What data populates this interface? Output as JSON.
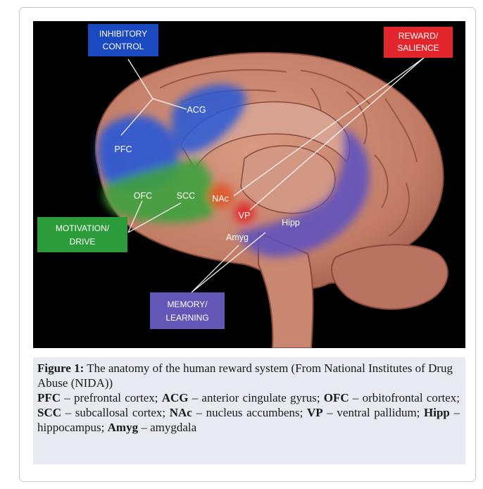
{
  "labels": {
    "inhibitory": [
      "INHIBITORY",
      "CONTROL"
    ],
    "reward": [
      "REWARD/",
      "SALIENCE"
    ],
    "motivation": [
      "MOTIVATION/",
      "DRIVE"
    ],
    "memory": [
      "MEMORY/",
      "LEARNING"
    ]
  },
  "regions": {
    "pfc": "PFC",
    "acg": "ACG",
    "ofc": "OFC",
    "scc": "SCC",
    "nac": "NAc",
    "vp": "VP",
    "hipp": "Hipp",
    "amyg": "Amyg"
  },
  "colors": {
    "inhibitory": "#1f4fc1",
    "reward": "#e0282d",
    "motivation": "#2f9a3f",
    "memory": "#6957b4",
    "brain": "#c9846e"
  },
  "caption": {
    "fig_label": "Figure 1:",
    "title": " The anatomy of the human reward system (From National Institutes of Drug Abuse (NIDA))",
    "abbreviations": [
      {
        "abbr": "PFC",
        "def": " – prefrontal cortex; "
      },
      {
        "abbr": "ACG",
        "def": " – anterior cingulate gyrus; "
      },
      {
        "abbr": "OFC",
        "def": " – orbitofrontal cortex; "
      },
      {
        "abbr": "SCC",
        "def": " – subcallosal cortex; "
      },
      {
        "abbr": "NAc",
        "def": " – nucleus accumbens; "
      },
      {
        "abbr": "VP",
        "def": " – ventral pallidum; "
      },
      {
        "abbr": "Hipp",
        "def": " – hippocampus; "
      },
      {
        "abbr": "Amyg",
        "def": " – amygdala"
      }
    ]
  }
}
